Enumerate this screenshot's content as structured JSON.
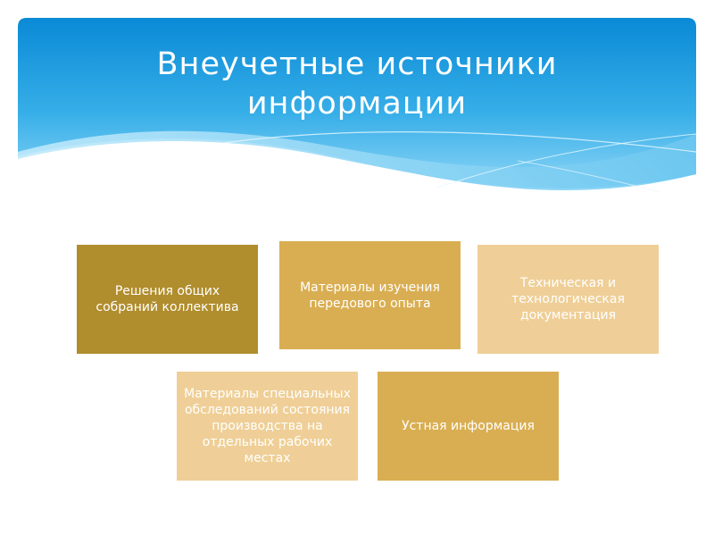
{
  "slide": {
    "title": "Внеучетные источники информации"
  },
  "colors": {
    "header_sky": "#0b8fd8",
    "dark_gold": "#b08d2d",
    "gold": "#d9ae52",
    "pale_gold": "#efcf97"
  },
  "diagram": {
    "boxes": [
      {
        "id": "meetings",
        "label": "Решения общих собраний коллектива",
        "color": "#b08d2d"
      },
      {
        "id": "best-practice",
        "label": "Материалы изучения передового опыта",
        "color": "#d9ae52"
      },
      {
        "id": "tech-docs",
        "label": "Техническая и технологическая документация",
        "color": "#efcf97"
      },
      {
        "id": "surveys",
        "label": "Материалы специальных обследований состояния производства на отдельных рабочих местах",
        "color": "#efcf97"
      },
      {
        "id": "oral",
        "label": "Устная информация",
        "color": "#d9ae52"
      }
    ]
  }
}
